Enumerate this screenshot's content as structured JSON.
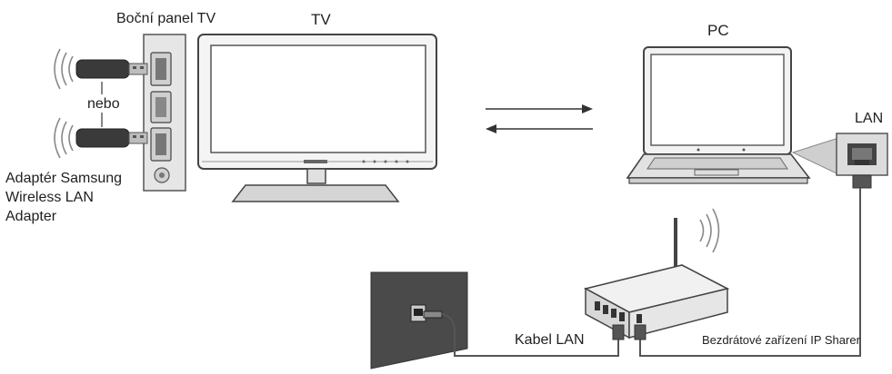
{
  "labels": {
    "side_panel": "Boční panel TV",
    "tv": "TV",
    "pc": "PC",
    "lan": "LAN",
    "or": "nebo",
    "adapter_line1": "Adaptér Samsung",
    "adapter_line2": "Wireless LAN",
    "adapter_line3": "Adapter",
    "lan_cable": "Kabel LAN",
    "router": "Bezdrátové zařízení IP Sharer"
  },
  "icons": {
    "tv": "tv-icon",
    "laptop": "laptop-icon",
    "router": "router-icon",
    "wall_socket": "wall-socket-icon",
    "usb_dongle": "usb-dongle-icon",
    "wifi_waves": "wifi-waves-icon",
    "lan_port": "lan-port-icon",
    "arrows": "bidirectional-arrows-icon"
  },
  "colors": {
    "outline": "#444444",
    "panel": "#d9d9d9",
    "dark": "#333333",
    "socket": "#4a4a4a"
  }
}
